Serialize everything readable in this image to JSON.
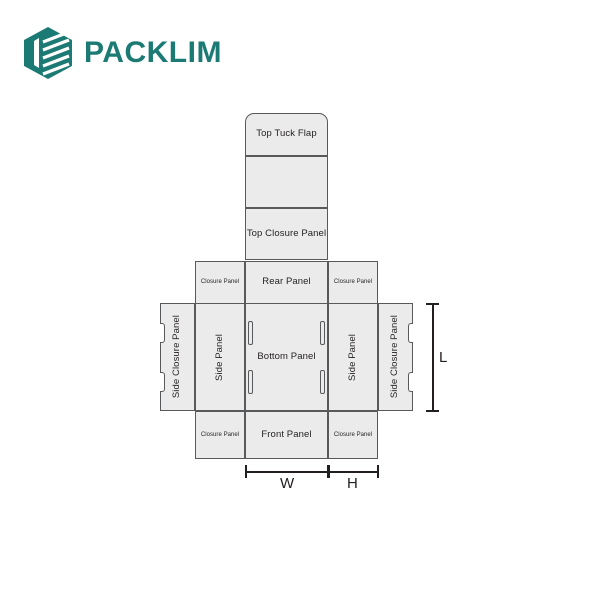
{
  "brand": {
    "name": "PACKLIM",
    "logo_icon": "hexagon-stripes-logo-icon",
    "color": "#1b7a74"
  },
  "diagram": {
    "type": "packaging-dieline",
    "fill_color": "#ebebec",
    "stroke_color": "#58595b",
    "panels": {
      "top_tuck_flap": "Top Tuck Flap",
      "blank_panel": "",
      "top_closure_panel": "Top Closure Panel",
      "rear_panel": "Rear Panel",
      "rear_closure_left": "Closure Panel",
      "rear_closure_right": "Closure Panel",
      "side_closure_left": "Side Closure Panel",
      "side_panel_left": "Side Panel",
      "bottom_panel": "Bottom Panel",
      "side_panel_right": "Side Panel",
      "side_closure_right": "Side Closure Panel",
      "front_panel": "Front Panel",
      "front_closure_left": "Closure Panel",
      "front_closure_right": "Closure Panel"
    },
    "dimensions": {
      "width_label": "W",
      "height_label": "H",
      "length_label": "L"
    }
  }
}
